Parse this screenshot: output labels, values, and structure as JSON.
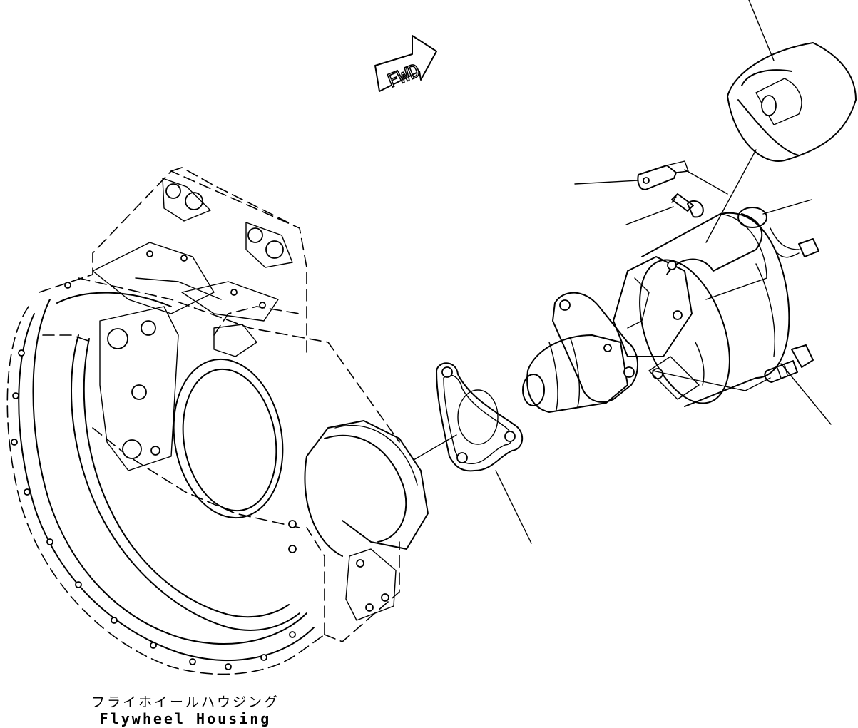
{
  "fwd_arrow": {
    "label": "FWD",
    "icon": "forward-direction-arrow-icon"
  },
  "flywheel_housing": {
    "label_jp": "フライホイールハウジング",
    "label_en": "Flywheel Housing"
  },
  "parts": [
    {
      "name": "starter-cover",
      "icon": "cover-icon"
    },
    {
      "name": "terminal-clip",
      "icon": "clip-icon"
    },
    {
      "name": "cover-bolt",
      "icon": "bolt-icon"
    },
    {
      "name": "wire-connector",
      "icon": "connector-icon"
    },
    {
      "name": "starting-motor",
      "icon": "motor-icon"
    },
    {
      "name": "mounting-bolt",
      "icon": "bolt-icon"
    },
    {
      "name": "gasket",
      "icon": "gasket-icon"
    }
  ]
}
